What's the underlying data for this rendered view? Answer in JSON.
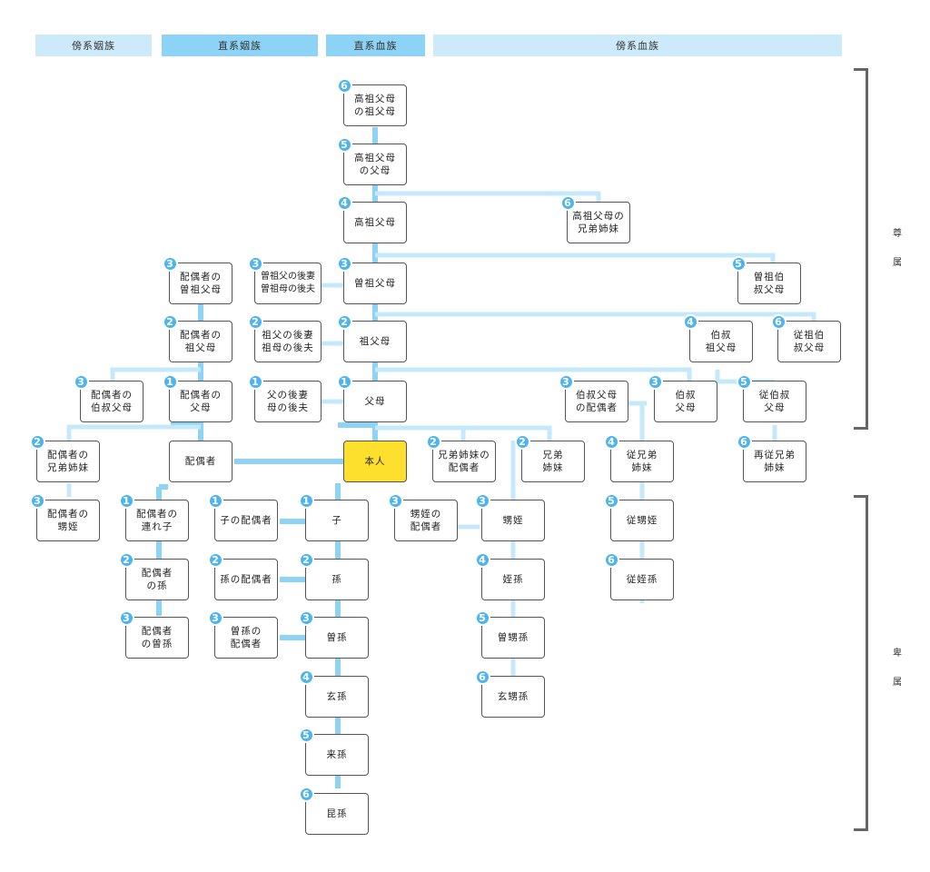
{
  "colors": {
    "thick_line": "#8dd3f5",
    "thin_line": "#c5e9fb",
    "header_light": "#cdeafb",
    "header_dark": "#8dd3f5",
    "badge": "#4db5ec",
    "self_fill": "#fde02d"
  },
  "headers": [
    {
      "id": "h1",
      "label": "傍系姻族",
      "shade": "light"
    },
    {
      "id": "h2",
      "label": "直系姻族",
      "shade": "dark"
    },
    {
      "id": "h3",
      "label": "直系血族",
      "shade": "dark"
    },
    {
      "id": "h4",
      "label": "傍系血族",
      "shade": "light"
    }
  ],
  "rank_labels": {
    "ascendant": "尊\n\n属",
    "descendant": "卑\n\n属"
  },
  "nodes": [
    {
      "id": "n1",
      "label": "高祖父母\nの祖父母",
      "degree": "6"
    },
    {
      "id": "n2",
      "label": "高祖父母\nの父母",
      "degree": "5"
    },
    {
      "id": "n3",
      "label": "高祖父母",
      "degree": "4"
    },
    {
      "id": "n4",
      "label": "高祖父母の\n兄弟姉妹",
      "degree": "6"
    },
    {
      "id": "n5",
      "label": "配偶者の\n曽祖父母",
      "degree": "3"
    },
    {
      "id": "n6",
      "label": "曽祖父の後妻\n曽祖母の後夫",
      "degree": "3"
    },
    {
      "id": "n7",
      "label": "曽祖父母",
      "degree": "3"
    },
    {
      "id": "n8",
      "label": "曽祖伯\n叔父母",
      "degree": "5"
    },
    {
      "id": "n9",
      "label": "配偶者の\n祖父母",
      "degree": "2"
    },
    {
      "id": "n10",
      "label": "祖父の後妻\n祖母の後夫",
      "degree": "2"
    },
    {
      "id": "n11",
      "label": "祖父母",
      "degree": "2"
    },
    {
      "id": "n12",
      "label": "伯叔\n祖父母",
      "degree": "4"
    },
    {
      "id": "n13",
      "label": "従祖伯\n叔父母",
      "degree": "6"
    },
    {
      "id": "n14",
      "label": "配偶者の\n伯叔父母",
      "degree": "3"
    },
    {
      "id": "n15",
      "label": "配偶者の\n父母",
      "degree": "1"
    },
    {
      "id": "n16",
      "label": "父の後妻\n母の後夫",
      "degree": "1"
    },
    {
      "id": "n17",
      "label": "父母",
      "degree": "1"
    },
    {
      "id": "n18",
      "label": "伯叔父母\nの配偶者",
      "degree": "3"
    },
    {
      "id": "n19",
      "label": "伯叔\n父母",
      "degree": "3"
    },
    {
      "id": "n20",
      "label": "従伯叔\n父母",
      "degree": "5"
    },
    {
      "id": "n21",
      "label": "配偶者の\n兄弟姉妹",
      "degree": "2"
    },
    {
      "id": "n22",
      "label": "配偶者",
      "degree": ""
    },
    {
      "id": "n23",
      "label": "本人",
      "degree": ""
    },
    {
      "id": "n24",
      "label": "兄弟姉妹の\n配偶者",
      "degree": "2"
    },
    {
      "id": "n25",
      "label": "兄弟\n姉妹",
      "degree": "2"
    },
    {
      "id": "n26",
      "label": "従兄弟\n姉妹",
      "degree": "4"
    },
    {
      "id": "n27",
      "label": "再従兄弟\n姉妹",
      "degree": "6"
    },
    {
      "id": "n28",
      "label": "配偶者の\n甥姪",
      "degree": "3"
    },
    {
      "id": "n29",
      "label": "配偶者の\n連れ子",
      "degree": "1"
    },
    {
      "id": "n30",
      "label": "子の配偶者",
      "degree": "1"
    },
    {
      "id": "n31",
      "label": "子",
      "degree": "1"
    },
    {
      "id": "n32",
      "label": "甥姪の\n配偶者",
      "degree": "3"
    },
    {
      "id": "n33",
      "label": "甥姪",
      "degree": "3"
    },
    {
      "id": "n34",
      "label": "従甥姪",
      "degree": "5"
    },
    {
      "id": "n35",
      "label": "配偶者\nの孫",
      "degree": "2"
    },
    {
      "id": "n36",
      "label": "孫の配偶者",
      "degree": "2"
    },
    {
      "id": "n37",
      "label": "孫",
      "degree": "2"
    },
    {
      "id": "n38",
      "label": "姪孫",
      "degree": "4"
    },
    {
      "id": "n39",
      "label": "従姪孫",
      "degree": "6"
    },
    {
      "id": "n40",
      "label": "配偶者\nの曽孫",
      "degree": "3"
    },
    {
      "id": "n41",
      "label": "曽孫の\n配偶者",
      "degree": "3"
    },
    {
      "id": "n42",
      "label": "曽孫",
      "degree": "3"
    },
    {
      "id": "n43",
      "label": "曽甥孫",
      "degree": "5"
    },
    {
      "id": "n44",
      "label": "玄孫",
      "degree": "4"
    },
    {
      "id": "n45",
      "label": "玄甥孫",
      "degree": "6"
    },
    {
      "id": "n46",
      "label": "来孫",
      "degree": "5"
    },
    {
      "id": "n47",
      "label": "昆孫",
      "degree": "6"
    }
  ]
}
